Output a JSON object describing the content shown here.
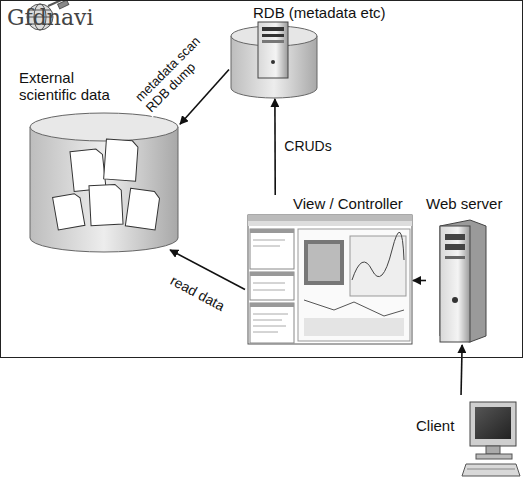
{
  "diagram": {
    "nodes": [
      {
        "text": [
          "Gfdnavi"
        ]
      },
      {
        "text": [
          "RDB (metadata etc)"
        ],
        "in": 0
      },
      {
        "text": [
          "External scientific data"
        ],
        "in": 0
      },
      {
        "text": [
          "View / Controller"
        ],
        "in": 0
      },
      {
        "text": [
          "Web server"
        ],
        "in": 0
      },
      {
        "text": [
          "Client"
        ]
      }
    ],
    "edges": [
      {
        "from": 1,
        "to": 2,
        "label": "metadata scan RDB dump",
        "arrow": "to"
      },
      {
        "from": 3,
        "to": 1,
        "label": "CRUDs",
        "arrow": "to"
      },
      {
        "from": 3,
        "to": 2,
        "label": "read data",
        "arrow": "to"
      },
      {
        "from": 4,
        "to": 3,
        "arrow": "to"
      },
      {
        "from": 5,
        "to": 4,
        "arrow": "to"
      }
    ]
  }
}
